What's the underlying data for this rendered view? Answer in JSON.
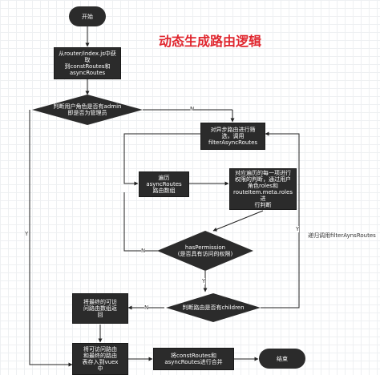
{
  "title": "动态生成路由逻辑",
  "nodes": {
    "start": "开始",
    "get_routes": "从router/index.js中获取\n到constRoutes和\nasyncRoutes",
    "check_admin": "判断用户角色是否有admin\n即是否为管理员",
    "filter_async": "对异步路由进行筛\n选，调用\nfilterAsyncRoutes",
    "iterate": "遍历\nasyncRoutes\n路由数组",
    "check_perm_desc": "对应遍历的每一项进行\n权限的判断，通过用户\n角色roles和\nrouteItem.meta.roles进\n行判断",
    "has_permission": "hasPermission\n(是否具有访问的权限)",
    "check_children": "判断路由是否有children",
    "return_routes": "将最终的可访\n问路由数组返\n回",
    "store_vuex": "将可访问路由\n和最终的路由\n表存入到vuex\n中",
    "merge": "将constRoutes和\nasyncRoutes进行合并",
    "end": "结束"
  },
  "edge_labels": {
    "admin_no": "N",
    "admin_yes": "Y",
    "perm_no": "N",
    "perm_yes": "Y",
    "children_no": "N",
    "children_yes": "Y",
    "recursive": "递归调用filterAynsRoutes"
  }
}
